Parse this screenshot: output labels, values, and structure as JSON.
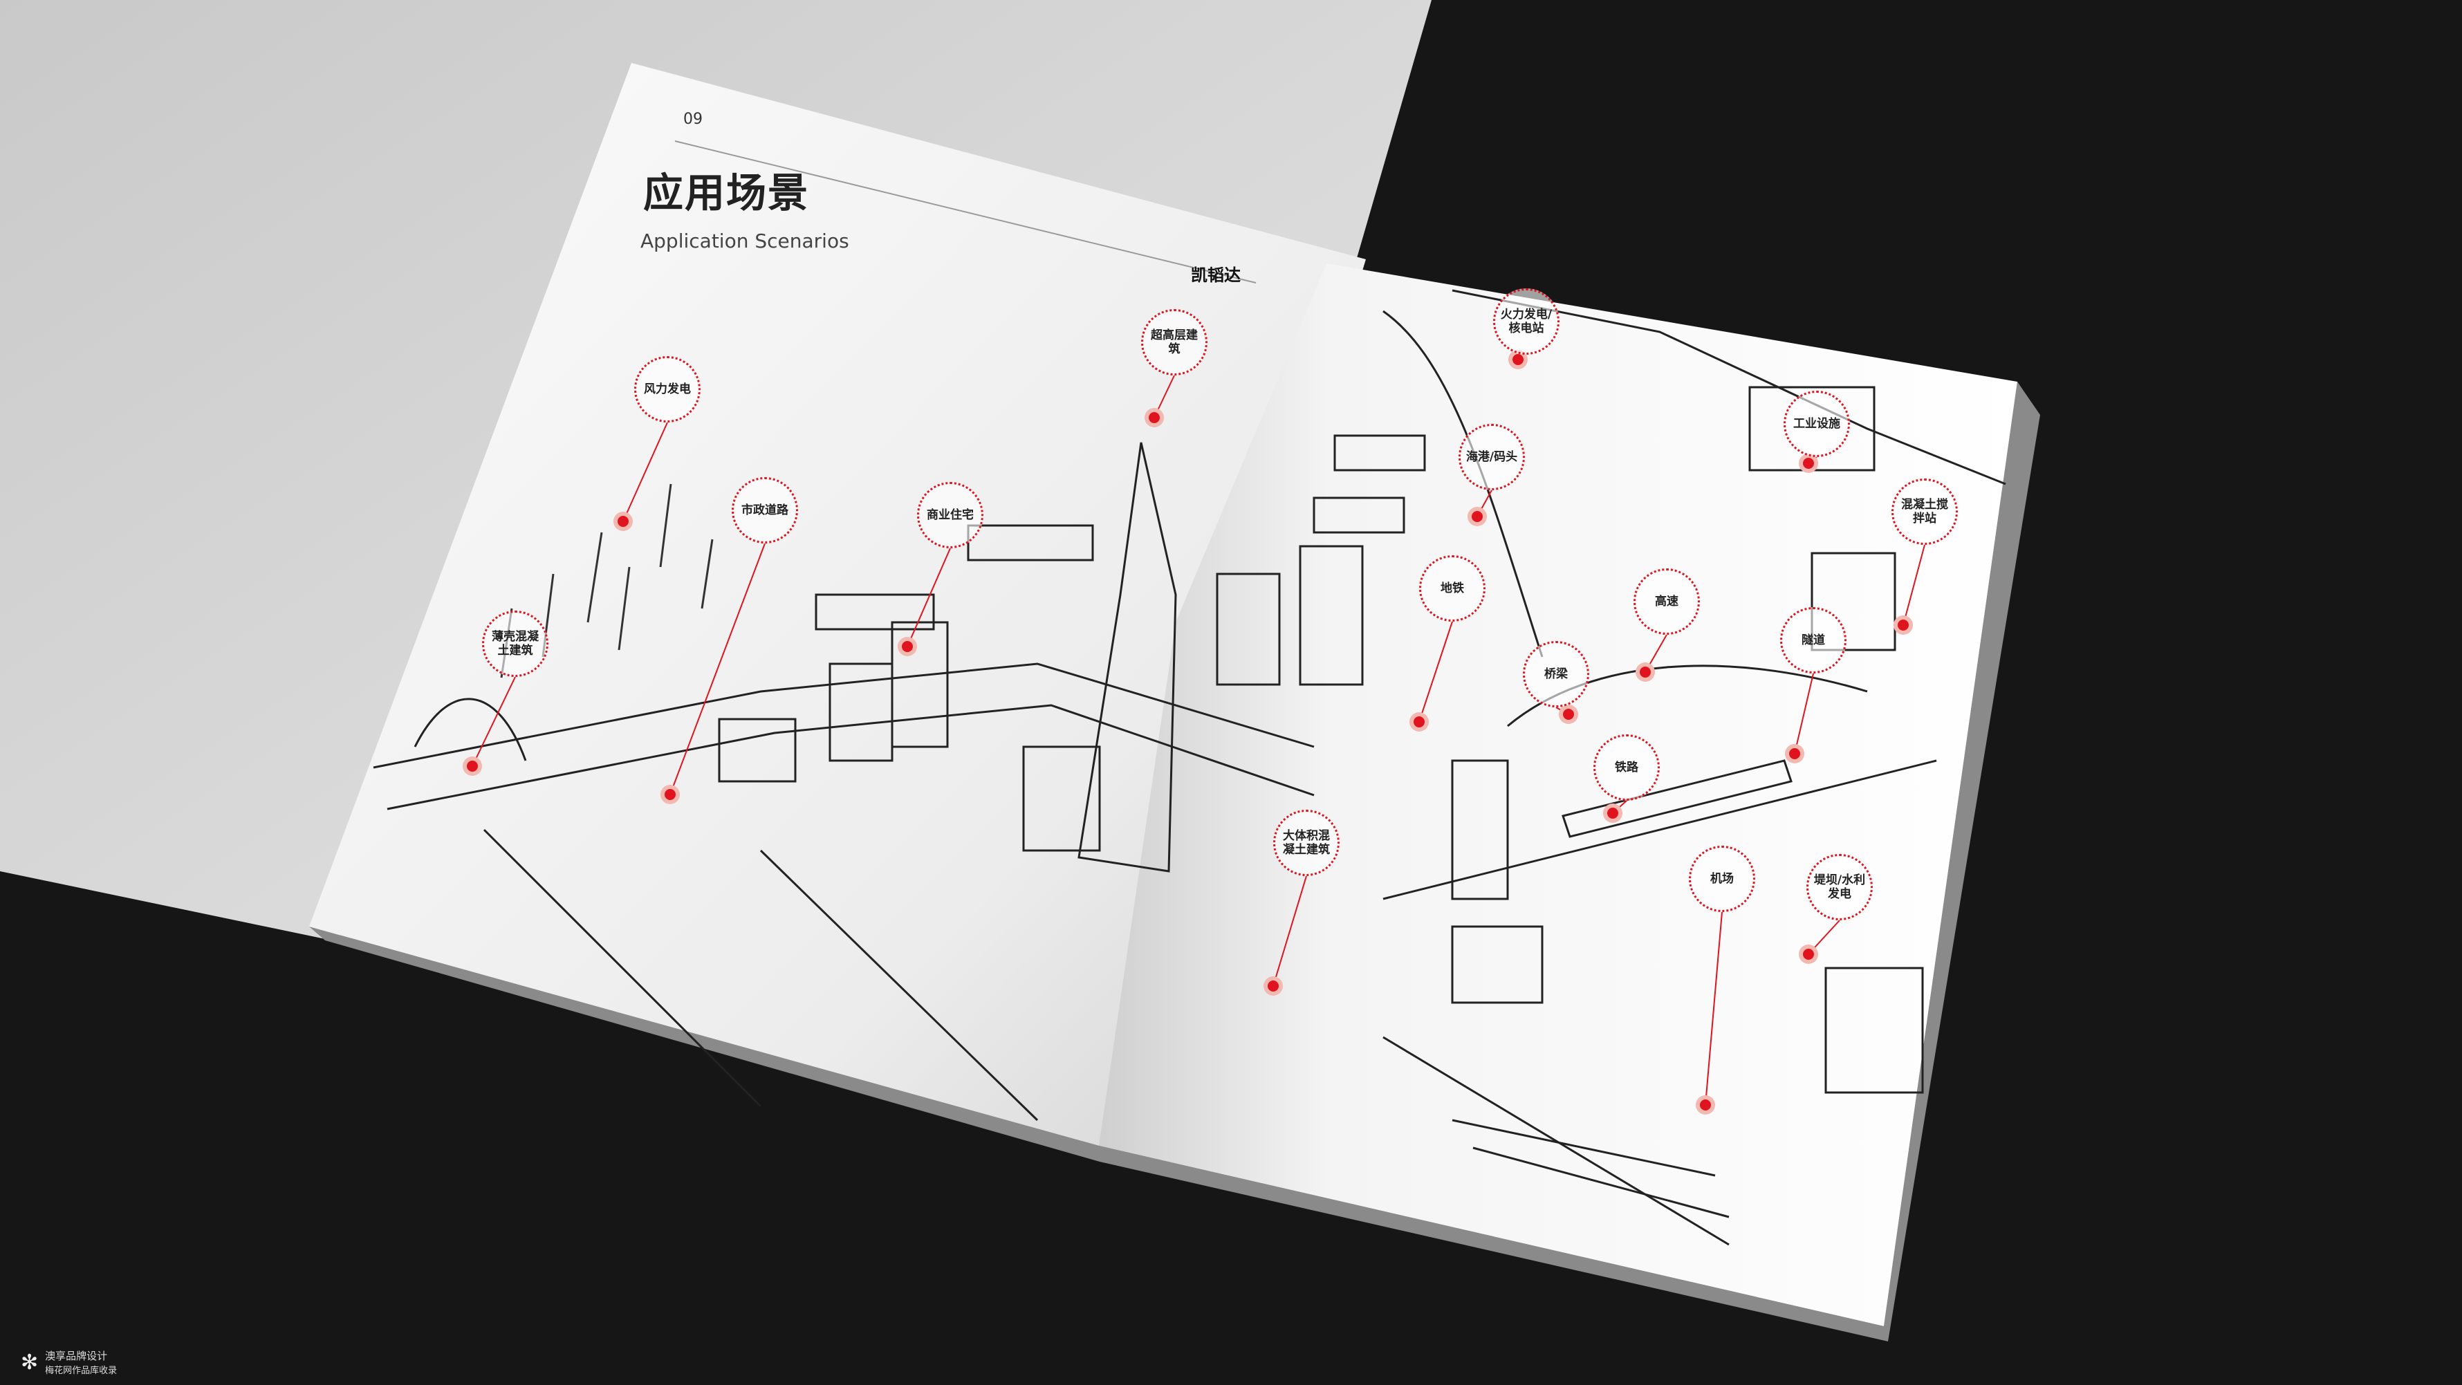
{
  "brochure": {
    "page_number": "09",
    "title": "应用场景",
    "subtitle": "Application Scenarios",
    "logo_text": "凯韬达",
    "accent_color": "#e0141e",
    "callouts": [
      {
        "label": "风力发电"
      },
      {
        "label": "超高层建筑"
      },
      {
        "label": "市政道路"
      },
      {
        "label": "商业住宅"
      },
      {
        "label": "薄壳混凝土建筑"
      },
      {
        "label": "火力发电/核电站"
      },
      {
        "label": "海港/码头"
      },
      {
        "label": "工业设施"
      },
      {
        "label": "混凝土搅拌站"
      },
      {
        "label": "地铁"
      },
      {
        "label": "高速"
      },
      {
        "label": "桥梁"
      },
      {
        "label": "隧道"
      },
      {
        "label": "铁路"
      },
      {
        "label": "大体积混凝土建筑"
      },
      {
        "label": "机场"
      },
      {
        "label": "堤坝/水利发电"
      }
    ]
  },
  "watermark": {
    "icon": "flower-icon",
    "line1": "澳享品牌设计",
    "line2": "梅花网作品库收录"
  }
}
